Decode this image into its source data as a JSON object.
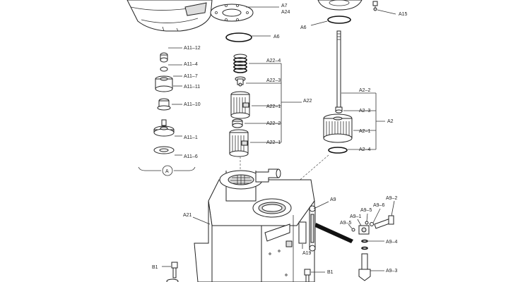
{
  "labels": {
    "a7": "A7",
    "a24": "A24",
    "a6_top": "A6",
    "a6_right": "A6",
    "a15": "A15",
    "a11_12": "A11–12",
    "a11_4": "A11–4",
    "a11_7": "A11–7",
    "a11_11": "A11–11",
    "a11_10": "A11–10",
    "a11_1": "A11–1",
    "a11_6": "A11–6",
    "detail_a": "A",
    "a22_4": "A22–4",
    "a22_3": "A22–3",
    "a22": "A22",
    "a22_1_top": "A22–1",
    "a22_2": "A22–2",
    "a22_1_bottom": "A22–1",
    "a2_2": "A2–2",
    "a2_3": "A2–3",
    "a2_1": "A2–1",
    "a2": "A2",
    "a2_4": "A2–4",
    "a21": "A21",
    "a9": "A9",
    "a9_2": "A9–2",
    "a9_6": "A9–6",
    "a9_5_top": "A9–5",
    "a9_1": "A9–1",
    "a9_5_left": "A9–5",
    "a19": "A19",
    "a9_4": "A9–4",
    "a9_3": "A9–3",
    "b1_left": "B1",
    "b1_right": "B1"
  }
}
